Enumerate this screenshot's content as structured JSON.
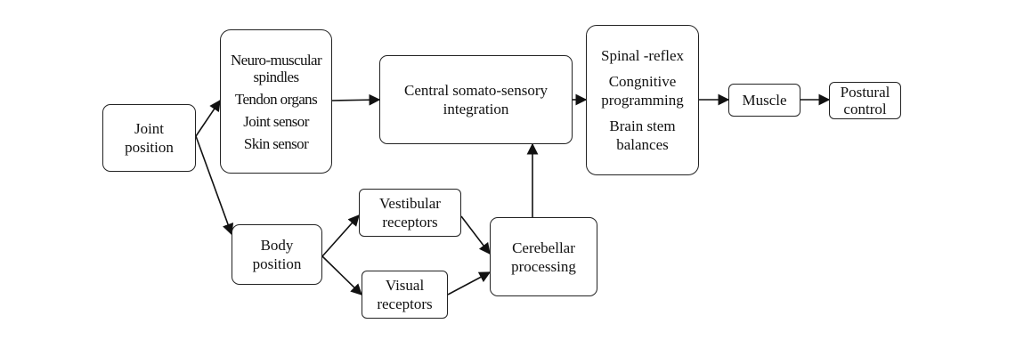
{
  "nodes": {
    "joint_position": {
      "lines": [
        "Joint",
        "position"
      ]
    },
    "sensors": {
      "items": [
        "Neuro-muscular spindles",
        "Tendon organs",
        "Joint sensor",
        "Skin sensor"
      ]
    },
    "central_integration": {
      "lines": [
        "Central somato-sensory",
        "integration"
      ]
    },
    "cns_control": {
      "items": [
        "Spinal -reflex",
        "Congnitive programming",
        "Brain stem balances"
      ]
    },
    "muscle": {
      "label": "Muscle"
    },
    "postural_control": {
      "lines": [
        "Postural",
        "control"
      ]
    },
    "body_position": {
      "lines": [
        "Body",
        "position"
      ]
    },
    "vestibular_receptors": {
      "lines": [
        "Vestibular",
        "receptors"
      ]
    },
    "visual_receptors": {
      "lines": [
        "Visual",
        "receptors"
      ]
    },
    "cerebellar_processing": {
      "lines": [
        "Cerebellar",
        "processing"
      ]
    }
  },
  "edges": [
    [
      "joint_position",
      "sensors"
    ],
    [
      "joint_position",
      "body_position"
    ],
    [
      "sensors",
      "central_integration"
    ],
    [
      "central_integration",
      "cns_control"
    ],
    [
      "cns_control",
      "muscle"
    ],
    [
      "muscle",
      "postural_control"
    ],
    [
      "body_position",
      "vestibular_receptors"
    ],
    [
      "body_position",
      "visual_receptors"
    ],
    [
      "vestibular_receptors",
      "cerebellar_processing"
    ],
    [
      "visual_receptors",
      "cerebellar_processing"
    ],
    [
      "cerebellar_processing",
      "central_integration"
    ]
  ]
}
